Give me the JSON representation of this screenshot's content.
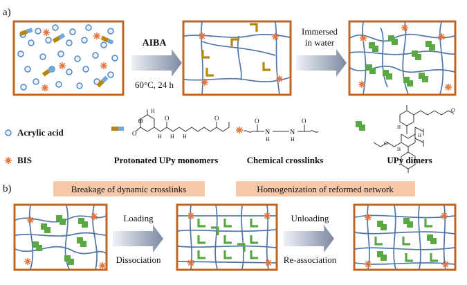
{
  "panel_labels": {
    "a": "a)",
    "b": "b)"
  },
  "panel_a": {
    "step1_top": "AIBA",
    "step1_bottom": "60°C, 24 h",
    "step2_line1": "Immersed",
    "step2_line2": "in water"
  },
  "legend": {
    "acrylic_acid": "Acrylic acid",
    "bis": "BIS",
    "protonated_upy": "Protonated UPy monomers",
    "chemical_crosslinks": "Chemical crosslinks",
    "upy_dimers": "UPy dimers"
  },
  "chem": {
    "plus": "⊕",
    "O": "O",
    "H": "H",
    "N": "N"
  },
  "panel_b": {
    "banner_left": "Breakage of dynamic crosslinks",
    "banner_right": "Homogenization of reformed network",
    "arrow1_top": "Loading",
    "arrow1_bottom": "Dissociation",
    "arrow2_top": "Unloading",
    "arrow2_bottom": "Re-association"
  },
  "colors": {
    "frame": "#c2641f",
    "chain": "#4f77a6",
    "crosslink": "#e8733a",
    "upy_monomer": "#b8860b",
    "upy_dimer": "#5aa844",
    "acrylic_acid": "#4f88c6",
    "banner": "#f6c7a8"
  },
  "icons": [
    "gradient-arrow-icon",
    "bis-star-icon",
    "acrylic-acid-circle-icon",
    "upy-monomer-icon",
    "upy-dimer-icon"
  ]
}
